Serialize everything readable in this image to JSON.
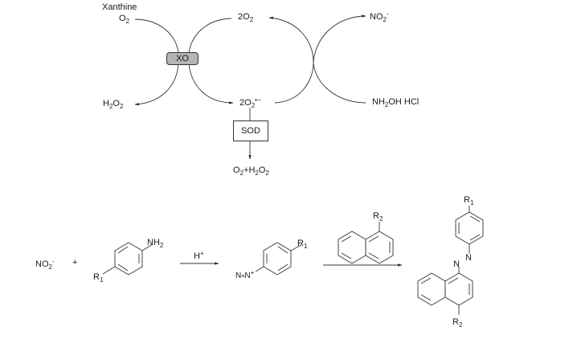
{
  "top_scheme": {
    "xanthine": "Xanthine",
    "o2_in": {
      "main": "O",
      "sub": "2"
    },
    "two_o2_top": {
      "main": "2O",
      "sub": "2"
    },
    "no2_product": {
      "main": "NO",
      "sub": "2",
      "sup": "-"
    },
    "xo_label": "XO",
    "h2o2": {
      "p1": "H",
      "s1": "2",
      "p2": "O",
      "s2": "2"
    },
    "superoxide": {
      "main": "2O",
      "sub": "2",
      "sup": "•−"
    },
    "hydroxylamine": {
      "p1": "NH",
      "s1": "2",
      "p2": "OH HCl"
    },
    "sod_label": "SOD",
    "sod_product": {
      "p1": "O",
      "s1": "2",
      "p2": "+H",
      "s2": "2",
      "p3": "O",
      "s3": "2"
    }
  },
  "bottom_scheme": {
    "nitrite": {
      "main": "NO",
      "sub": "2",
      "sup": "-"
    },
    "plus": "+",
    "aniline_nh2": {
      "main": "NH",
      "sub": "2"
    },
    "r1": {
      "main": "R",
      "sub": "1"
    },
    "arrow1_label": {
      "main": "H",
      "sup": "+"
    },
    "diazonium": {
      "main": "N",
      "sep": "≡",
      "n2": "N",
      "sup": "+"
    },
    "r2": {
      "main": "R",
      "sub": "2"
    },
    "azo": {
      "n": "N"
    }
  }
}
